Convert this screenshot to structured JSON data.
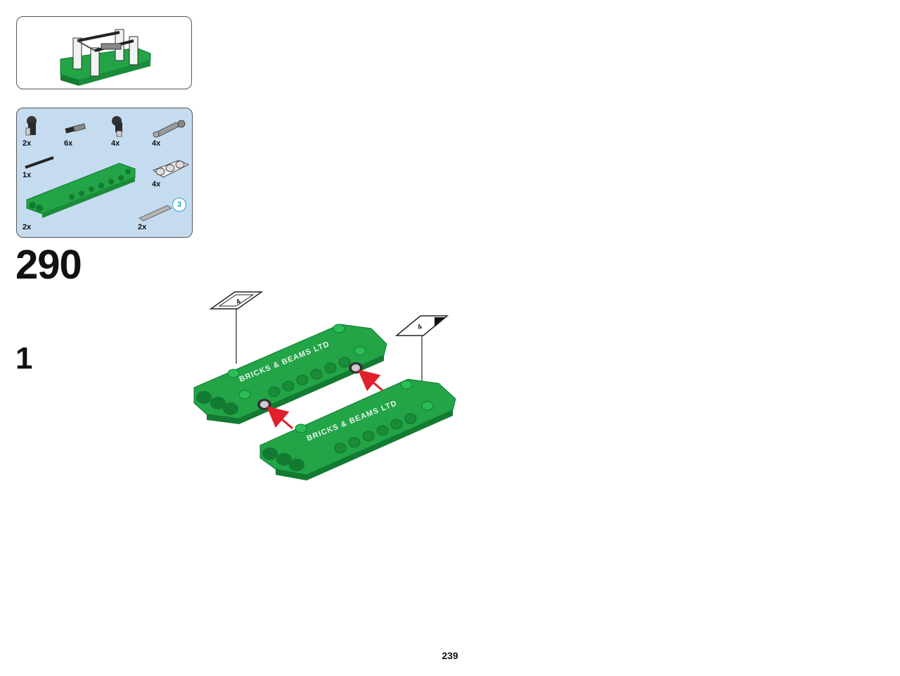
{
  "preview": {
    "label": "build-preview"
  },
  "parts_list": {
    "items": [
      {
        "qty": "2x",
        "icon": "axle-pin-connector-icon"
      },
      {
        "qty": "6x",
        "icon": "axle-pin-icon"
      },
      {
        "qty": "4x",
        "icon": "angle-connector-icon"
      },
      {
        "qty": "4x",
        "icon": "long-pin-icon"
      },
      {
        "qty": "1x",
        "icon": "axle-icon"
      },
      {
        "qty": "4x",
        "icon": "thick-liftarm-icon"
      },
      {
        "qty": "2x",
        "icon": "panel-plate-icon"
      },
      {
        "qty": "2x",
        "icon": "axle-rod-icon"
      }
    ],
    "axle_length": "3"
  },
  "step": {
    "number": "290",
    "substep": "1"
  },
  "assembly": {
    "sticker_count_left": "4",
    "sticker_count_right": "4",
    "panel_text": "BRICKS & BEAMS LTD"
  },
  "page": {
    "number": "239"
  },
  "colors": {
    "green": "#22a447",
    "green_dark": "#137a32",
    "parts_bg": "#c5dcf0",
    "arrow": "#e0202a"
  }
}
